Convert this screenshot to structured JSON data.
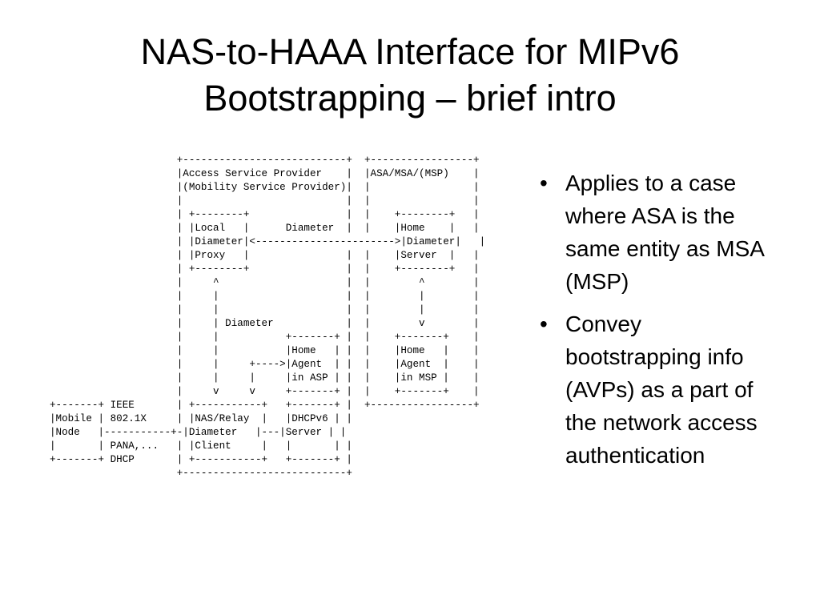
{
  "slide": {
    "title_lines": [
      "NAS-to-HAAA Interface for MIPv6",
      "Bootstrapping – brief intro"
    ],
    "diagram": "                     +---------------------------+  +-----------------+\n                     |Access Service Provider    |  |ASA/MSA/(MSP)    |\n                     |(Mobility Service Provider)|  |                 |\n                     |                           |  |                 |\n                     | +--------+                |  |    +--------+   |\n                     | |Local   |      Diameter  |  |    |Home    |   |\n                     | |Diameter|<----------------------->|Diameter|   |\n                     | |Proxy   |                |  |    |Server  |   |\n                     | +--------+                |  |    +--------+   |\n                     |     ^                     |  |        ^        |\n                     |     |                     |  |        |        |\n                     |     |                     |  |        |        |\n                     |     | Diameter            |  |        v        |\n                     |     |           +-------+ |  |    +-------+    |\n                     |     |           |Home   | |  |    |Home   |    |\n                     |     |     +---->|Agent  | |  |    |Agent  |    |\n                     |     |     |     |in ASP | |  |    |in MSP |    |\n                     |     v     v     +-------+ |  |    +-------+    |\n+-------+ IEEE       | +-----------+   +-------+ |  +-----------------+\n|Mobile | 802.1X     | |NAS/Relay  |   |DHCPv6 | |\n|Node   |-----------+-|Diameter   |---|Server | |\n|       | PANA,...   | |Client     |   |       | |\n+-------+ DHCP       | +-----------+   +-------+ |\n                     +---------------------------+",
    "bullets": [
      "Applies to a case where ASA is the same entity as MSA (MSP)",
      "Convey bootstrapping info (AVPs) as a part of the network access authentication"
    ],
    "bullet_symbol": "•"
  }
}
